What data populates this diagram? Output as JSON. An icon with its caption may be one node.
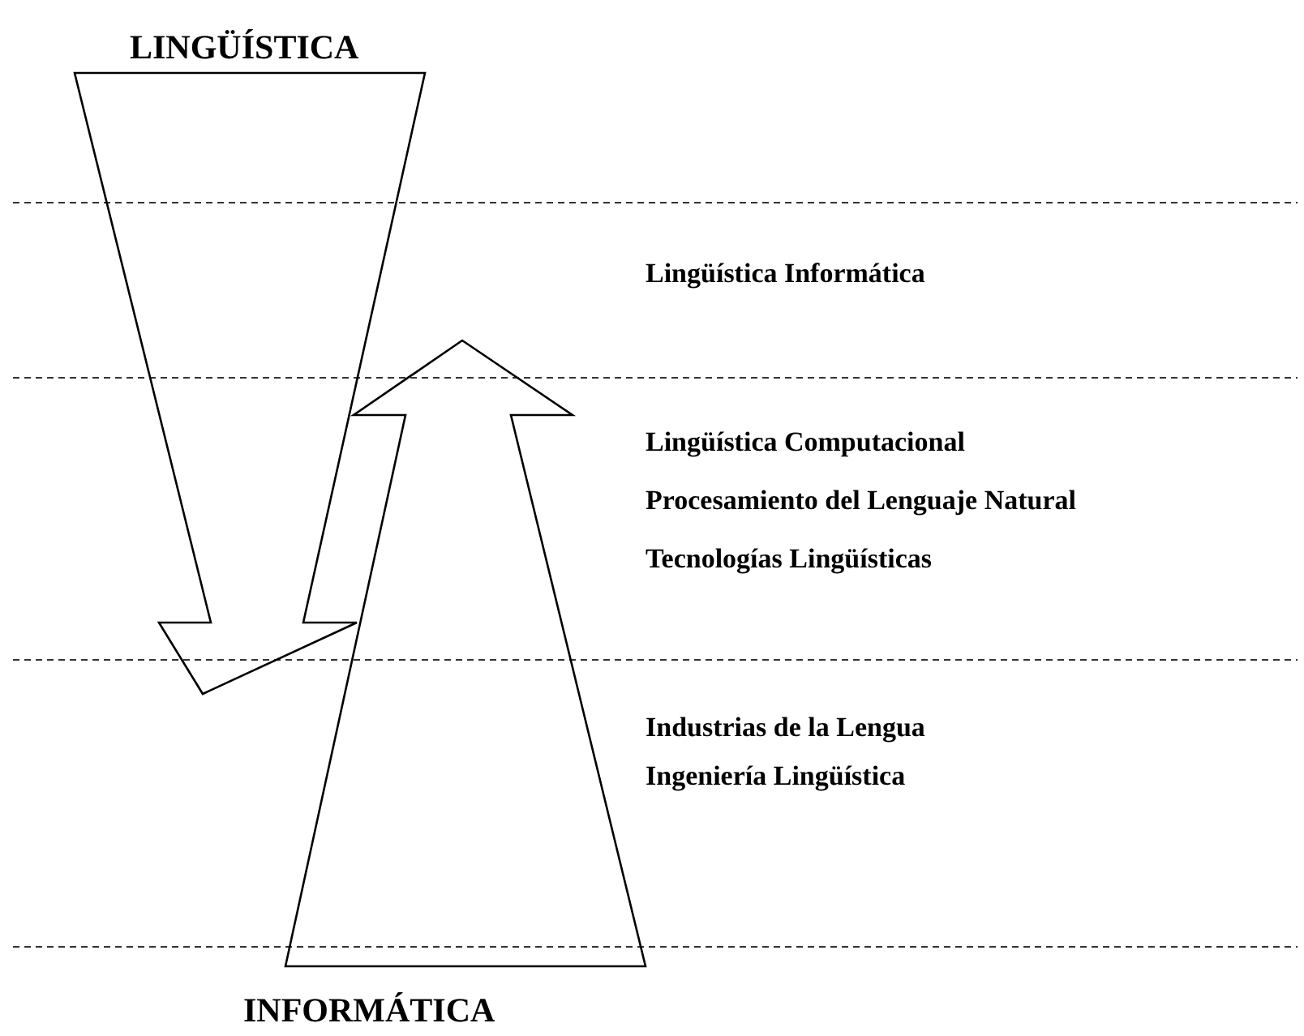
{
  "diagram": {
    "labels": [
      "LINGÜÍSTICA",
      "Lingüística Informática",
      "Lingüística Computacional",
      "Procesamiento del Lenguaje Natural",
      "Tecnologías Lingüísticas",
      "Industrias de la Lengua",
      "Ingeniería Lingüística",
      "INFORMÁTICA"
    ]
  }
}
